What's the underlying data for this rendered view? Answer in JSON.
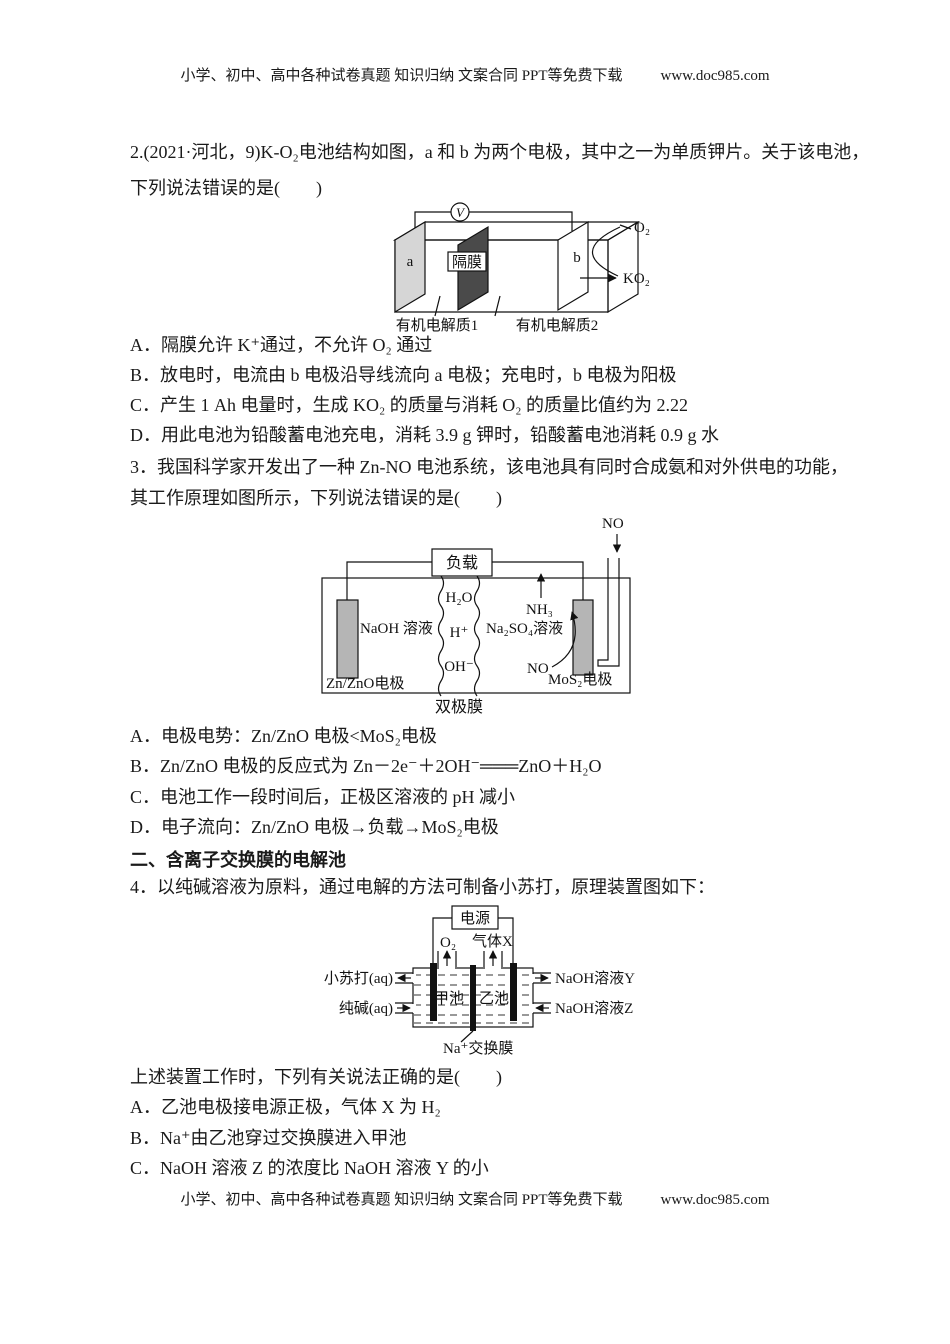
{
  "page": {
    "header_text": "小学、初中、高中各种试卷真题 知识归纳 文案合同 PPT等免费下载",
    "header_url": "www.doc985.com",
    "footer_text": "小学、初中、高中各种试卷真题 知识归纳 文案合同 PPT等免费下载",
    "footer_url": "www.doc985.com"
  },
  "q2": {
    "stem1": "2.(2021·河北，9)K-O₂电池结构如图，a 和 b 为两个电极，其中之一为单质钾片。关于该电池，",
    "stem2": "下列说法错误的是(　　)",
    "options": [
      "A．隔膜允许 K⁺通过，不允许 O₂ 通过",
      "B．放电时，电流由 b 电极沿导线流向 a 电极；充电时，b 电极为阳极",
      "C．产生 1 Ah 电量时，生成 KO₂ 的质量与消耗 O₂ 的质量比值约为 2.22",
      "D．用此电池为铅酸蓄电池充电，消耗 3.9 g 钾时，铅酸蓄电池消耗 0.9 g 水"
    ],
    "diagram": {
      "voltmeter": "V",
      "electrode_a": "a",
      "electrode_b": "b",
      "membrane": "隔膜",
      "o2": "O₂",
      "ko2": "KO₂",
      "electrolyte1": "有机电解质1",
      "electrolyte2": "有机电解质2"
    }
  },
  "q3": {
    "stem1": "3．我国科学家开发出了一种 Zn-NO 电池系统，该电池具有同时合成氨和对外供电的功能，",
    "stem2": "其工作原理如图所示，下列说法错误的是(　　)",
    "options": [
      "A．电极电势：Zn/ZnO 电极<MoS₂电极",
      "B．Zn/ZnO 电极的反应式为 Zn－2e⁻＋2OH⁻═══ZnO＋H₂O",
      "C．电池工作一段时间后，正极区溶液的 pH 减小",
      "D．电子流向：Zn/ZnO 电极→负载→MoS₂电极"
    ],
    "diagram": {
      "no_inlet": "NO",
      "load": "负载",
      "naoh": "NaOH 溶液",
      "h2o": "H₂O",
      "h_plus": "H⁺",
      "oh_minus": "OH⁻",
      "na2so4": "Na₂SO₄溶液",
      "nh3": "NH₃",
      "no_gas": "NO",
      "zn_electrode": "Zn/ZnO电极",
      "mos2_electrode": "MoS₂电极",
      "bipolar_membrane": "双极膜"
    }
  },
  "section2": {
    "heading": "二、含离子交换膜的电解池"
  },
  "q4": {
    "stem1": "4．以纯碱溶液为原料，通过电解的方法可制备小苏打，原理装置图如下：",
    "stem2": "上述装置工作时，下列有关说法正确的是(　　)",
    "options": [
      "A．乙池电极接电源正极，气体 X 为 H₂",
      "B．Na⁺由乙池穿过交换膜进入甲池",
      "C．NaOH 溶液 Z 的浓度比 NaOH 溶液 Y 的小"
    ],
    "diagram": {
      "power": "电源",
      "o2": "O₂",
      "gas_x": "气体X",
      "out_left_top": "小苏打(aq)",
      "in_left_bottom": "纯碱(aq)",
      "out_right_top": "NaOH溶液Y",
      "in_right_bottom": "NaOH溶液Z",
      "cell_left": "甲池",
      "cell_right": "乙池",
      "membrane": "Na⁺交换膜"
    }
  }
}
